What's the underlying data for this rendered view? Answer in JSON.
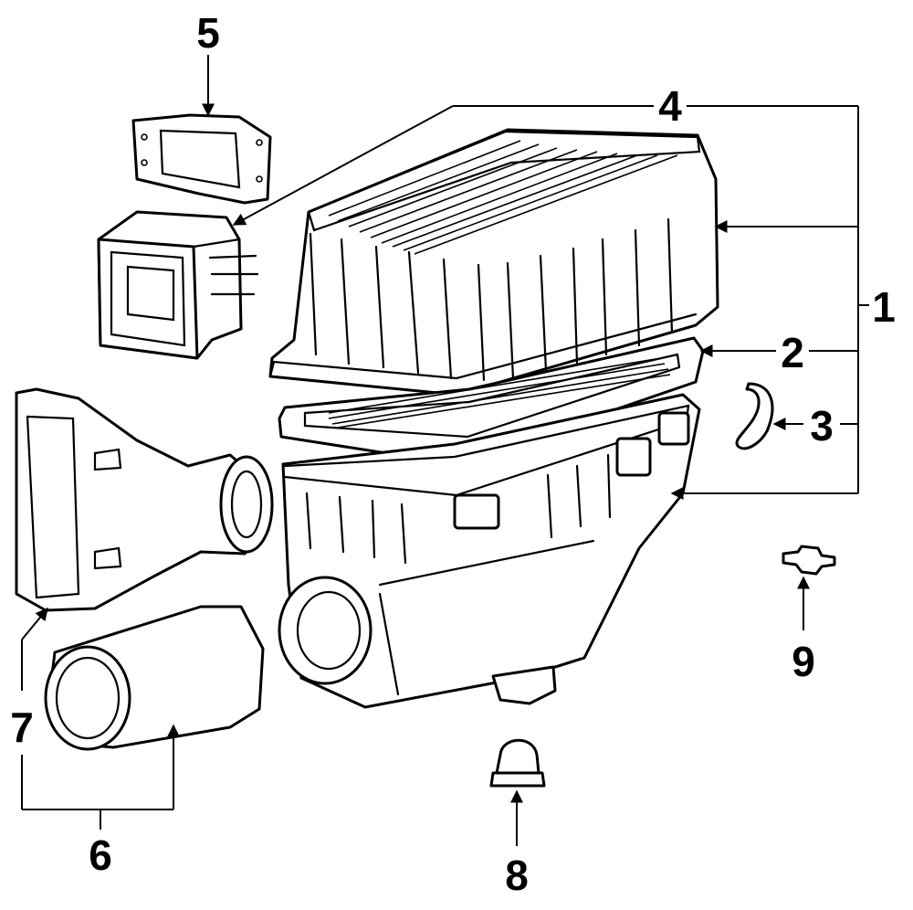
{
  "diagram": {
    "callouts": [
      {
        "id": "1",
        "label": "1"
      },
      {
        "id": "2",
        "label": "2"
      },
      {
        "id": "3",
        "label": "3"
      },
      {
        "id": "4",
        "label": "4"
      },
      {
        "id": "5",
        "label": "5"
      },
      {
        "id": "6",
        "label": "6"
      },
      {
        "id": "7",
        "label": "7"
      },
      {
        "id": "8",
        "label": "8"
      },
      {
        "id": "9",
        "label": "9"
      }
    ]
  },
  "colors": {
    "ink": "#000000",
    "paper": "#ffffff"
  }
}
